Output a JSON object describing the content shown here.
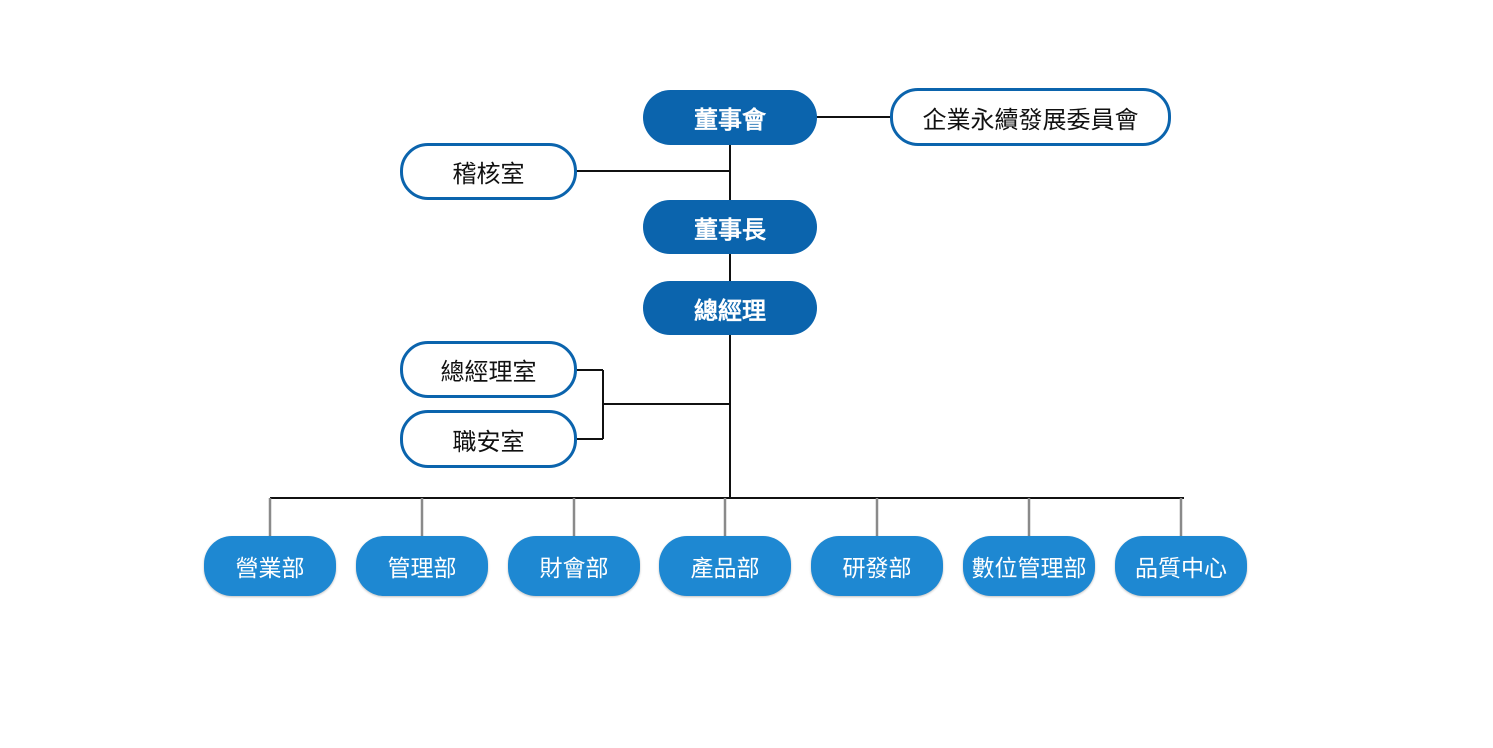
{
  "org": {
    "board": "董事會",
    "sustainability": "企業永續發展委員會",
    "audit": "稽核室",
    "chairman": "董事長",
    "gm": "總經理",
    "gm_office": "總經理室",
    "safety": "職安室",
    "departments": [
      "營業部",
      "管理部",
      "財會部",
      "產品部",
      "研發部",
      "數位管理部",
      "品質中心"
    ]
  },
  "colors": {
    "executive": "#0b64ad",
    "department": "#1e88d2",
    "line": "#111111"
  }
}
